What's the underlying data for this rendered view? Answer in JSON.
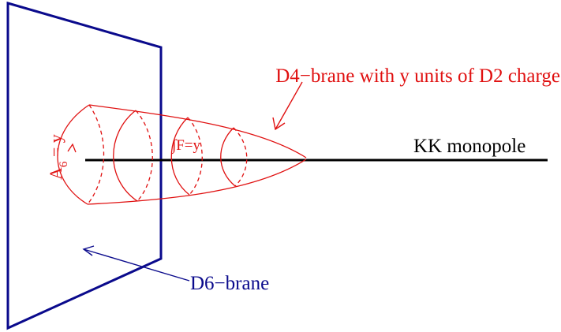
{
  "labels": {
    "d4_brane": "D4−brane with y units of D2 charge",
    "kk_monopole": "KK monopole",
    "d6_brane": "D6−brane",
    "a6_prefix": "A",
    "a6_sub": "6",
    "a6_suffix": " = y",
    "flux_integral": "∫F=y"
  },
  "colors": {
    "d6_brane": "#0a0a8c",
    "d4_brane": "#e01010",
    "kk_monopole": "#000000"
  }
}
